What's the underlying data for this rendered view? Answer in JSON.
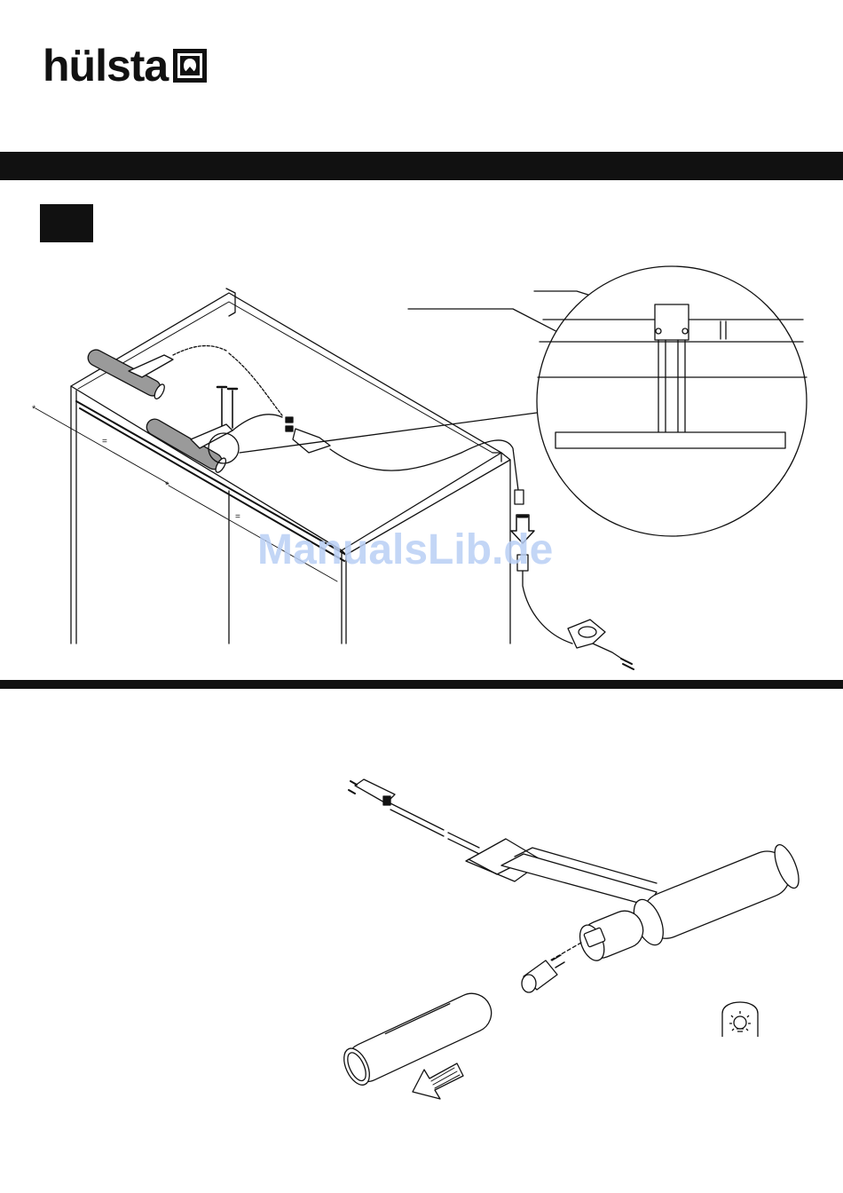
{
  "brand": {
    "name": "hülsta",
    "logo_mark": "huelsta-emblem-icon"
  },
  "watermark": "ManualsLib.de",
  "illustrations": {
    "top": "cabinet-lamp-installation-illustration",
    "bottom": "lamp-bulb-replacement-illustration",
    "bulb_symbol": "light-bulb-icon"
  }
}
